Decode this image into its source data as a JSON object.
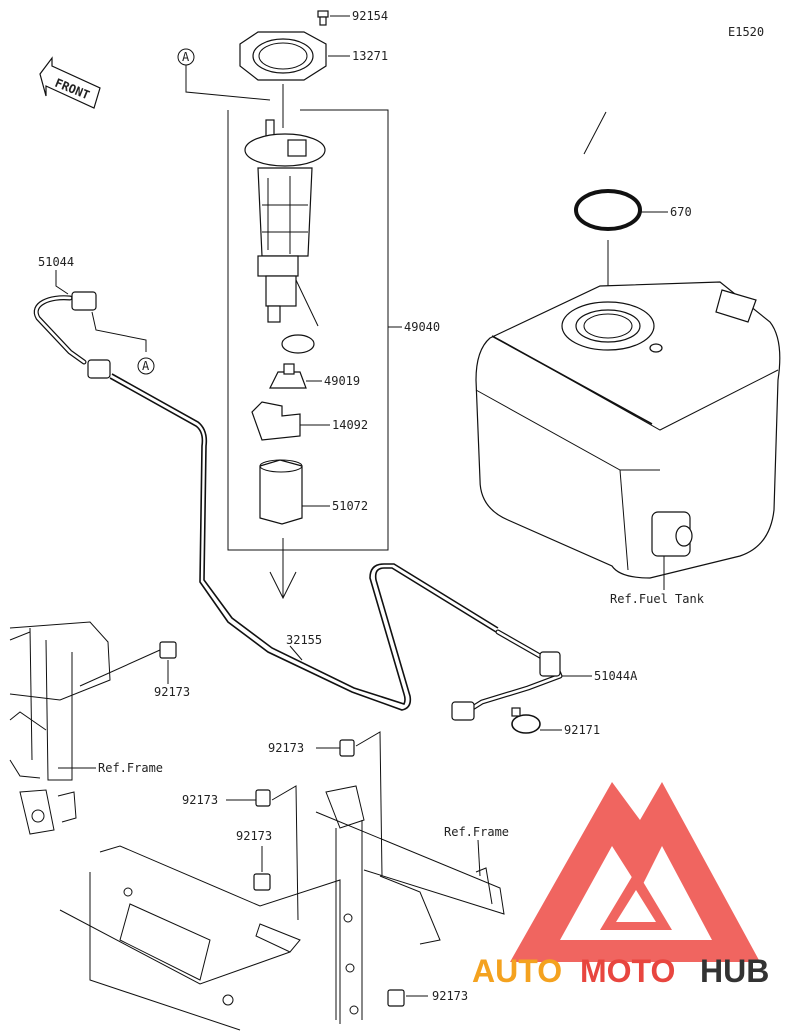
{
  "diagram": {
    "code": "E1520",
    "front_label": "FRONT",
    "callout_letter": "A",
    "parts": [
      {
        "number": "92154"
      },
      {
        "number": "13271"
      },
      {
        "number": "670"
      },
      {
        "number": "51044"
      },
      {
        "number": "49040"
      },
      {
        "number": "49019"
      },
      {
        "number": "14092"
      },
      {
        "number": "51072"
      },
      {
        "number": "32155"
      },
      {
        "number": "51044A"
      },
      {
        "number": "92171"
      },
      {
        "number": "92173"
      }
    ],
    "refs": {
      "fuel_tank": "Ref.Fuel Tank",
      "frame": "Ref.Frame"
    }
  },
  "watermark": {
    "part1": "AUTO",
    "part2": "MOTO",
    "part3": "HUB",
    "color_part1": "#f4a21f",
    "color_part2": "#e8463f",
    "color_part3": "#333333",
    "logo_color": "#ee4b45"
  }
}
